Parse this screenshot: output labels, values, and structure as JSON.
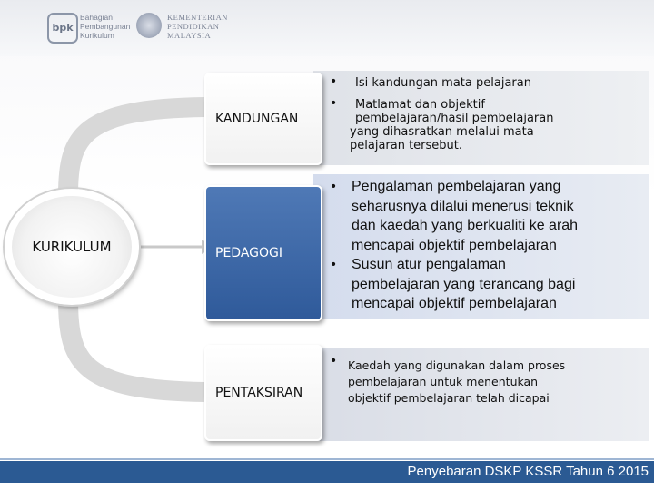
{
  "header": {
    "bpk_logo": "bpk",
    "bpk_lines": [
      "Bahagian",
      "Pembangunan",
      "Kurikulum"
    ],
    "kpm_lines": [
      "KEMENTERIAN",
      "PENDIDIKAN",
      "MALAYSIA"
    ]
  },
  "center": {
    "label": "KURIKULUM"
  },
  "sections": {
    "kandungan": {
      "label": "KANDUNGAN",
      "bullets": [
        [
          "Isi kandungan mata pelajaran"
        ],
        [
          "Matlamat dan objektif",
          "pembelajaran/hasil pembelajaran",
          "yang dihasratkan melalui mata",
          "pelajaran tersebut."
        ]
      ]
    },
    "pedagogi": {
      "label": "PEDAGOGI",
      "bullets": [
        [
          "Pengalaman pembelajaran yang",
          "seharusnya dilalui menerusi teknik",
          "dan kaedah yang berkualiti ke arah",
          "mencapai objektif pembelajaran"
        ],
        [
          "Susun atur pengalaman",
          "pembelajaran yang terancang bagi",
          "mencapai objektif pembelajaran"
        ]
      ]
    },
    "pentaksiran": {
      "label": "PENTAKSIRAN",
      "bullets": [
        [
          "Kaedah yang digunakan dalam proses",
          "pembelajaran untuk menentukan",
          "objektif pembelajaran telah dicapai"
        ]
      ]
    }
  },
  "footer": {
    "text": "Penyebaran DSKP KSSR Tahun 6 2015"
  },
  "colors": {
    "accent_blue": "#2f5a9a",
    "footer_blue": "#2b5a93"
  }
}
